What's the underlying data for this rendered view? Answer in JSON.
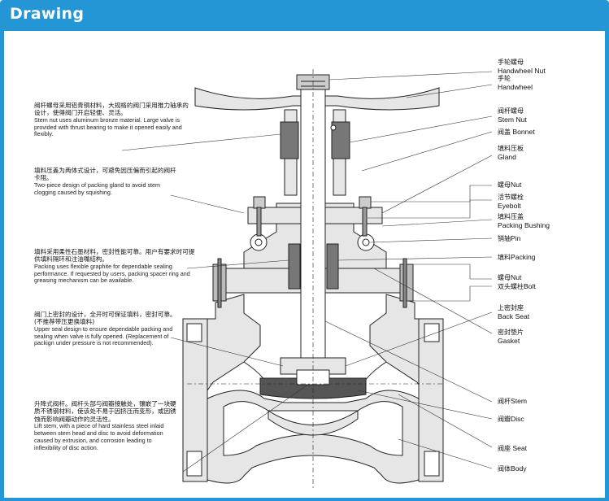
{
  "header": {
    "title": "Drawing"
  },
  "notes": {
    "stem_nut": {
      "cn": "阀杆螺母采用铝青铜材料，大规格的阀门采用推力轴承的设计，使得阀门开启轻便、灵活。",
      "en": "Stem nut uses aluminum bronze material. Large valve is provided with thrust bearing to make it opened easily and flexibly."
    },
    "gland": {
      "cn": "填料压盖为两体式设计，可避免因压偏而引起的阀杆卡阻。",
      "en": "Two-piece design of packing gland to avoid stem clogging caused by squishing."
    },
    "packing": {
      "cn": "填料采用柔性石墨材料，密封性能可靠。用户有要求时可提供填料隔环和注油嘴结构。",
      "en": "Packing uses flexible graphite for dependable sealing performance. If requested by users, packing spacer ring and greasing mechanism can be available."
    },
    "upper_seal": {
      "cn": "阀门上密封的设计，全开时可保证填料，密封可靠。(不推荐带压更换填料)",
      "en": "Upper seal design to ensure dependable packing and sealing when valve is fully opened. (Replacement of packign under pressure is not recommended)."
    },
    "lift_stem": {
      "cn": "升降式阀杆。阀杆头部与阀瓣接触处，镶嵌了一块硬质不锈钢材料，使该处不易于因挤压而变形，或因锈蚀而影响阀瓣动作的灵活性。",
      "en": "Lift stem, with a piece of hard stainless steel inlaid between stem head and disc to avoid deformation caused by extrusion, and corrosion leading to inflexibility of disc action."
    }
  },
  "labels": [
    {
      "cn": "手轮螺母",
      "en": "Handwheel Nut"
    },
    {
      "cn": "手轮",
      "en": "Handwheel"
    },
    {
      "cn": "阀杆螺母",
      "en": "Stem Nut"
    },
    {
      "cn": "阀盖",
      "en": "Bonnet"
    },
    {
      "cn": "填料压板",
      "en": "Gland"
    },
    {
      "cn": "螺母",
      "en": "Nut"
    },
    {
      "cn": "活节螺栓",
      "en": "Eyebolt"
    },
    {
      "cn": "填料压盖",
      "en": "Packing Bushing"
    },
    {
      "cn": "销轴",
      "en": "Pin"
    },
    {
      "cn": "填料",
      "en": "Packing"
    },
    {
      "cn": "螺母",
      "en": "Nut"
    },
    {
      "cn": "双头螺柱",
      "en": "Bolt"
    },
    {
      "cn": "上密封座",
      "en": "Back Seat"
    },
    {
      "cn": "密封垫片",
      "en": "Gasket"
    },
    {
      "cn": "阀杆",
      "en": "Stem"
    },
    {
      "cn": "阀瓣",
      "en": "Disc"
    },
    {
      "cn": "阀座",
      "en": "Seat"
    },
    {
      "cn": "阀体",
      "en": "Body"
    }
  ],
  "colors": {
    "header": "#2496d6",
    "valve_fill": "#e4e4e4",
    "dark_part": "#555555"
  }
}
